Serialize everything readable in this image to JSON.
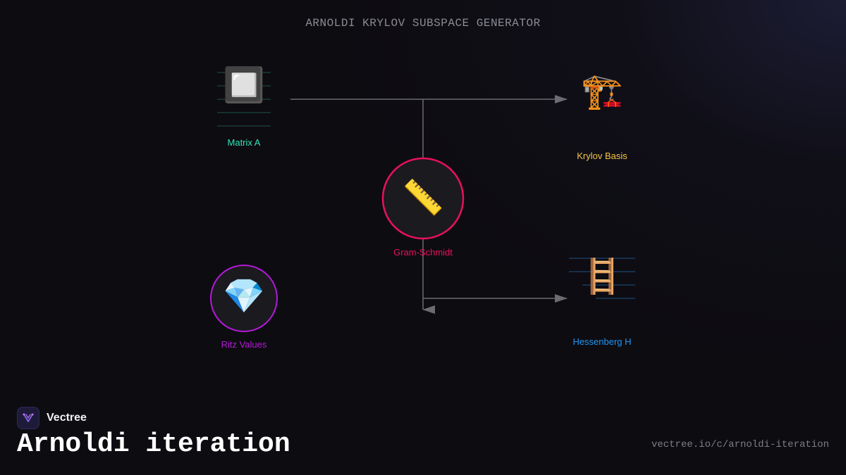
{
  "title": "ARNOLDI KRYLOV SUBSPACE GENERATOR",
  "nodes": {
    "matrix": {
      "label": "Matrix A",
      "icon": "🔲",
      "icon_name": "square-button-icon",
      "color": "#2ee6b8"
    },
    "krylov": {
      "label": "Krylov Basis",
      "icon": "🏗️",
      "icon_name": "construction-crane-icon",
      "color": "#f5c542"
    },
    "gram": {
      "label": "Gram-Schmidt",
      "icon": "📏",
      "icon_name": "ruler-icon",
      "color": "#e8115b"
    },
    "ritz": {
      "label": "Ritz Values",
      "icon": "💎",
      "icon_name": "gem-icon",
      "color": "#b419d8"
    },
    "hessenberg": {
      "label": "Hessenberg H",
      "icon": "🪜",
      "icon_name": "ladder-icon",
      "color": "#2196f3"
    }
  },
  "connector_color": "#6b6b70",
  "brand": {
    "name": "Vectree",
    "logo_icon": "vectree-logo-icon"
  },
  "headline": "Arnoldi iteration",
  "url": "vectree.io/c/arnoldi-iteration"
}
